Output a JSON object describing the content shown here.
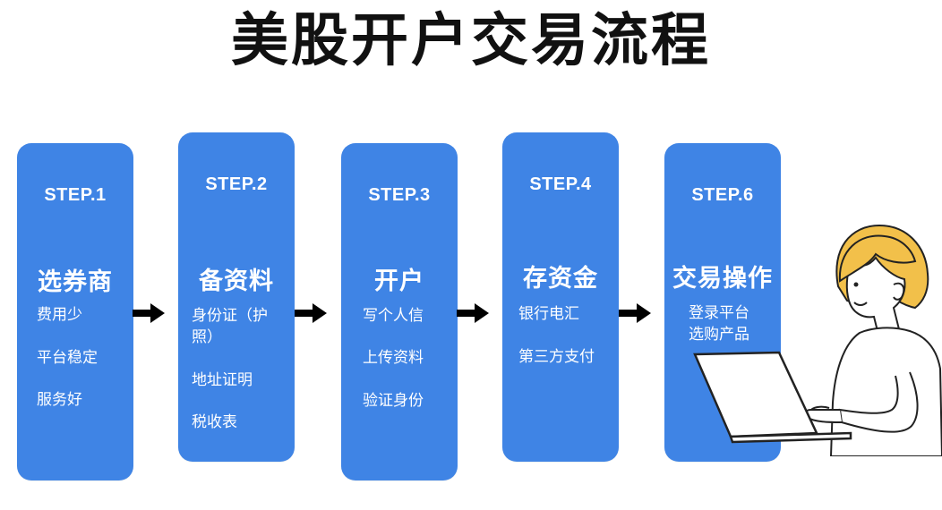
{
  "title": "美股开户交易流程",
  "steps": [
    {
      "step": "STEP.1",
      "heading": "选券商",
      "items": [
        "费用少",
        "平台稳定",
        "服务好"
      ]
    },
    {
      "step": "STEP.2",
      "heading": "备资料",
      "items": [
        "身份证（护",
        "照）",
        "地址证明",
        "税收表"
      ]
    },
    {
      "step": "STEP.3",
      "heading": "开户",
      "items": [
        "写个人信",
        "上传资料",
        "验证身份"
      ]
    },
    {
      "step": "STEP.4",
      "heading": "存资金",
      "items": [
        "银行电汇",
        "第三方支付"
      ]
    },
    {
      "step": "STEP.6",
      "heading": "交易操作",
      "items": [
        "登录平台",
        "选购产品"
      ]
    }
  ],
  "colors": {
    "card": "#3f84e5",
    "arrow": "#000000",
    "hair": "#f2c04a",
    "title": "#111111"
  },
  "icons": {
    "arrow": "right-arrow-icon",
    "person": "person-laptop-illustration"
  }
}
